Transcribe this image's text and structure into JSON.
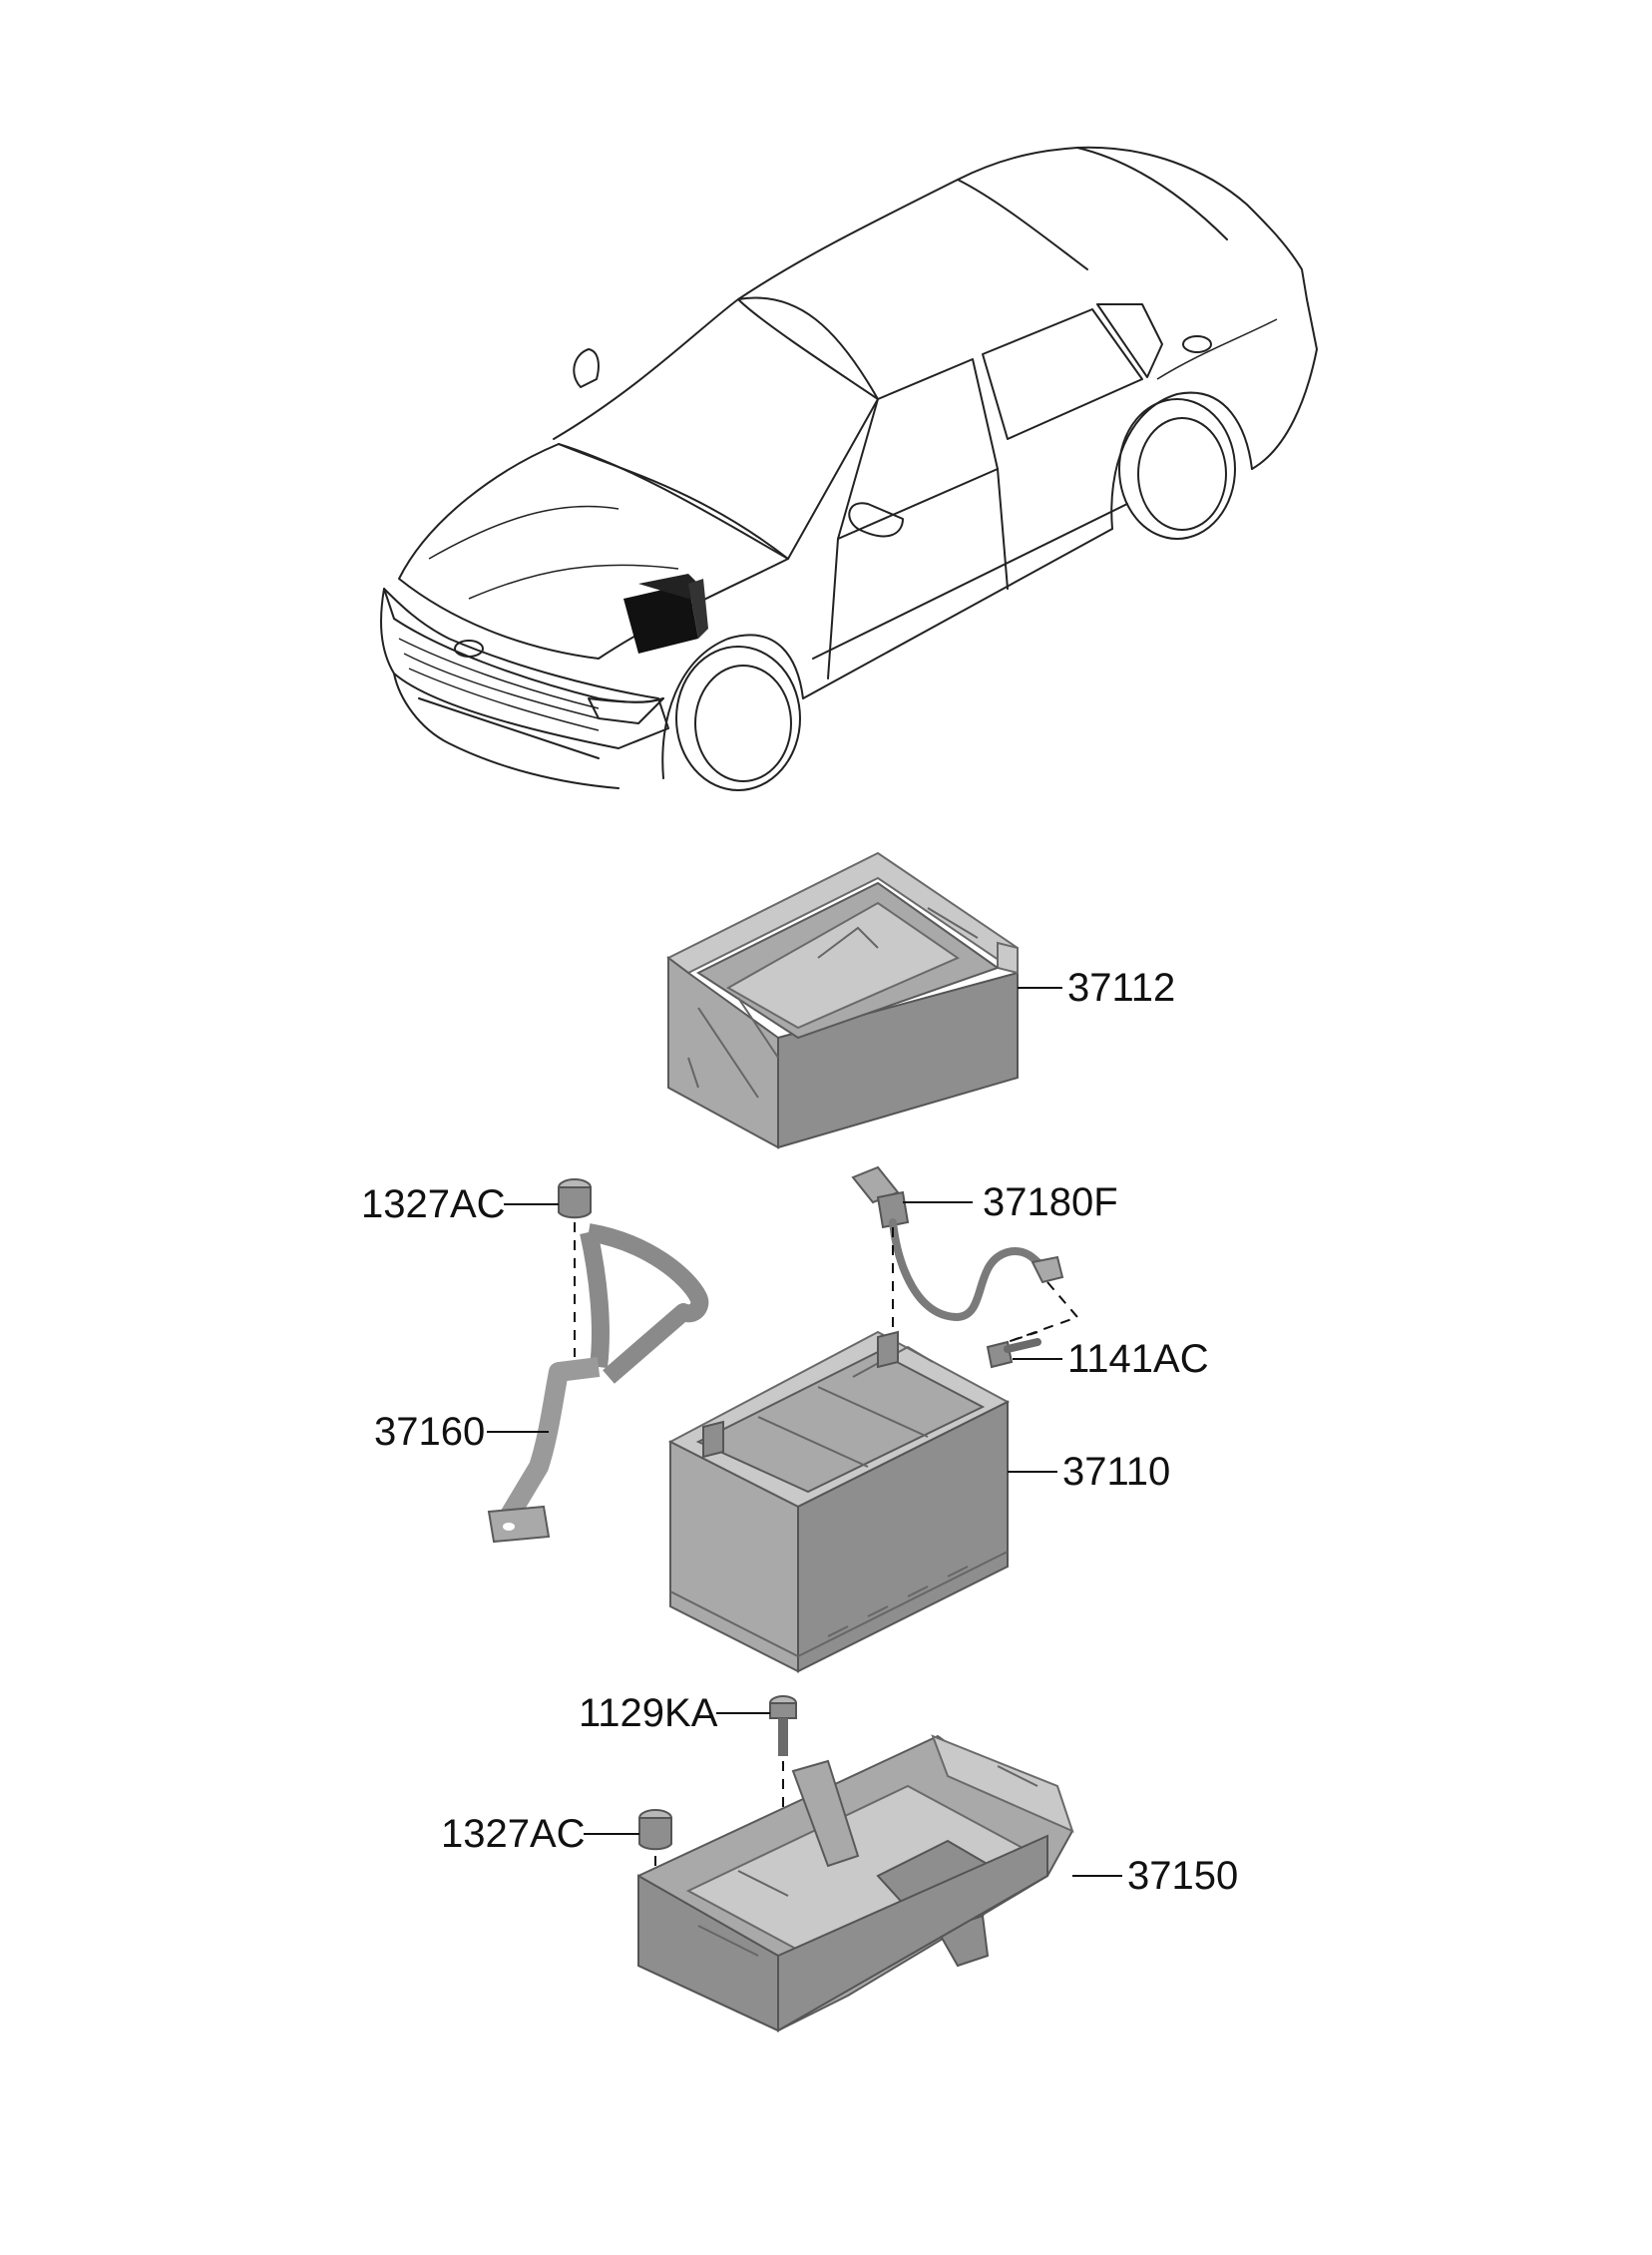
{
  "callouts": {
    "c37112": "37112",
    "c37180F": "37180F",
    "c1327AC_top": "1327AC",
    "c1141AC": "1141AC",
    "c37160": "37160",
    "c37110": "37110",
    "c1129KA": "1129KA",
    "c1327AC_bottom": "1327AC",
    "c37150": "37150"
  },
  "colors": {
    "part_fill": "#a9a9a9",
    "highlight": "#111111",
    "line": "#222222"
  }
}
